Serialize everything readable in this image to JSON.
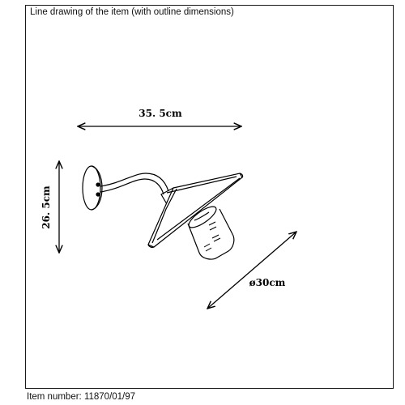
{
  "header": {
    "caption": "Line drawing of the item (with outline dimensions)"
  },
  "dimensions": {
    "width_label": "35. 5cm",
    "height_label": "26. 5cm",
    "diameter_label": "ø30cm"
  },
  "footer": {
    "item_number": "Item number: 11870/01/97"
  },
  "colors": {
    "line": "#000000",
    "frame": "#1a1a1a",
    "background": "#ffffff"
  }
}
